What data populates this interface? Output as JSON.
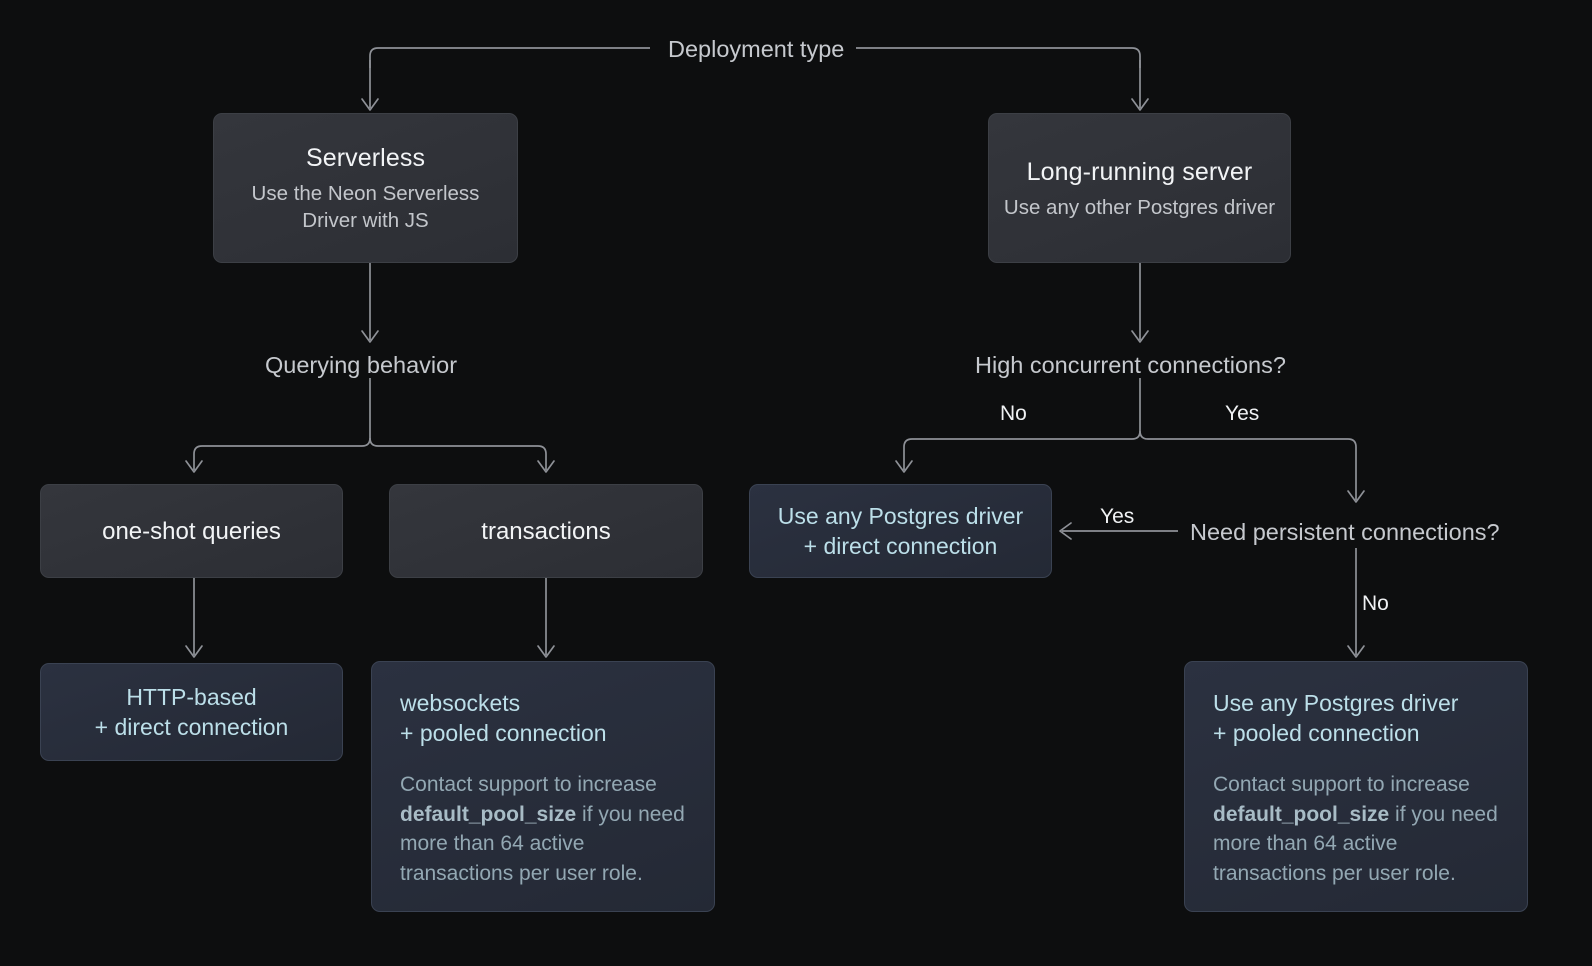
{
  "diagram": {
    "title": "Deployment type",
    "background_color": "#0d0e0f",
    "edge_color": "#8e9197",
    "accent_blue_text": "#bcdfe9",
    "muted_blue_text": "#93a8b3",
    "gray_box_color": "#2e3036",
    "blue_box_color": "#272c3a"
  },
  "nodes": {
    "serverless": {
      "title": "Serverless",
      "subtitle": "Use the Neon Serverless Driver with JS"
    },
    "long_running": {
      "title": "Long-running server",
      "subtitle": "Use any other Postgres driver"
    },
    "querying_behavior": {
      "label": "Querying behavior"
    },
    "one_shot": {
      "label": "one-shot queries"
    },
    "transactions": {
      "label": "transactions"
    },
    "http_based": {
      "line1": "HTTP-based",
      "line2": "+ direct connection"
    },
    "websockets": {
      "line1": "websockets",
      "line2": "+ pooled connection",
      "note_before": "Contact support to increase ",
      "note_code": "default_pool_size",
      "note_after": " if you need more than 64 active transactions per user role."
    },
    "high_concurrent": {
      "label": "High concurrent connections?"
    },
    "need_persistent": {
      "label": "Need persistent connections?"
    },
    "direct_connection": {
      "line1": "Use any Postgres driver",
      "line2": "+ direct connection"
    },
    "pooled_connection": {
      "line1": "Use any Postgres driver",
      "line2": "+ pooled connection",
      "note_before": "Contact support to increase ",
      "note_code": "default_pool_size",
      "note_after": " if you need more than 64 active transactions per user role."
    }
  },
  "edge_labels": {
    "concurrent_no": "No",
    "concurrent_yes": "Yes",
    "persistent_yes": "Yes",
    "persistent_no": "No"
  }
}
